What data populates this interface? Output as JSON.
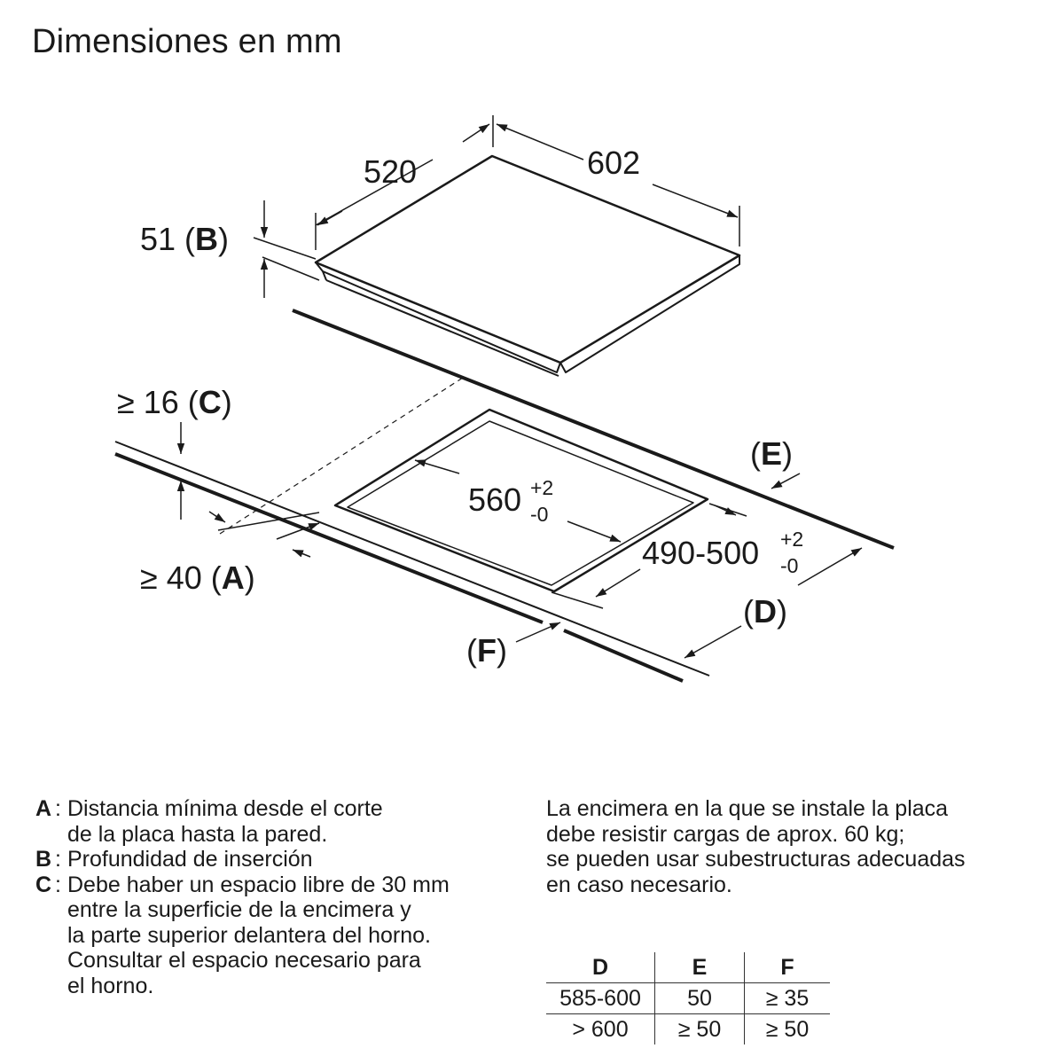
{
  "title": "Dimensiones en mm",
  "dimensions": {
    "depth": "520",
    "width": "602",
    "height_value": "51 (",
    "height_key": "B",
    "height_close": ")",
    "gap_value": "≥ 16 (",
    "gap_key": "C",
    "gap_close": ")",
    "wall_value": "≥ 40 (",
    "wall_key": "A",
    "wall_close": ")",
    "cutout_width": "560",
    "cutout_width_tol_plus": "+2",
    "cutout_width_tol_minus": "-0",
    "cutout_depth": "490-500",
    "cutout_depth_tol_plus": "+2",
    "cutout_depth_tol_minus": "-0",
    "label_d": "D",
    "label_e": "E",
    "label_f": "F"
  },
  "legend": [
    {
      "key": "A",
      "lines": [
        "Distancia mínima desde el corte",
        "de la placa hasta la pared."
      ]
    },
    {
      "key": "B",
      "lines": [
        "Profundidad de inserción"
      ]
    },
    {
      "key": "C",
      "lines": [
        "Debe haber un espacio libre de 30 mm",
        "entre la superficie de la encimera y",
        "la parte superior delantera del horno.",
        "Consultar el espacio necesario para",
        "el horno."
      ]
    }
  ],
  "note": [
    "La encimera en la que se instale la placa",
    "debe resistir cargas de aprox. 60 kg;",
    "se pueden usar subestructuras adecuadas",
    "en caso necesario."
  ],
  "table": {
    "headers": [
      "D",
      "E",
      "F"
    ],
    "rows": [
      [
        "585-600",
        "50",
        "≥ 35"
      ],
      [
        "> 600",
        "≥ 50",
        "≥ 50"
      ]
    ]
  }
}
